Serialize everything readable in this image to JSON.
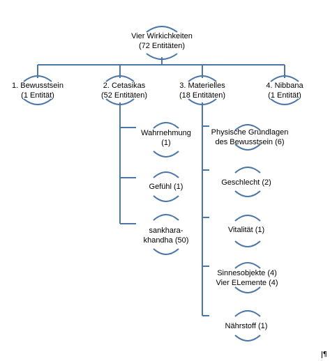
{
  "diagram": {
    "line_color": "#4a76a8",
    "root": {
      "line1": "Vier Wirkichkeiten",
      "line2": "(72 Entitäten)"
    },
    "categories": [
      {
        "line1": "1. Bewusstsein",
        "line2": "(1 Entität)"
      },
      {
        "line1": "2. Cetasikas",
        "line2": "(52 Entitäten)"
      },
      {
        "line1": "3. Materielles",
        "line2": "(18 Entitäten)"
      },
      {
        "line1": "4. Nibbana",
        "line2": "(1 Entität)"
      }
    ],
    "cetasikas_children": [
      {
        "line1": "Wahrnehmung",
        "line2": "(1)"
      },
      {
        "line1": "Gefühl (1)",
        "line2": ""
      },
      {
        "line1": "sankhara-",
        "line2": "khandha (50)"
      }
    ],
    "materielles_children": [
      {
        "line1": "Physische Grundlagen",
        "line2": "des Bewusstsein (6)"
      },
      {
        "line1": "Geschlecht (2)",
        "line2": ""
      },
      {
        "line1": "Vitalität (1)",
        "line2": ""
      },
      {
        "line1": "Sinnesobjekte (4)",
        "line2": "Vier ELemente (4)"
      },
      {
        "line1": "Nährstoff (1)",
        "line2": ""
      }
    ],
    "corner_mark": "¶"
  }
}
